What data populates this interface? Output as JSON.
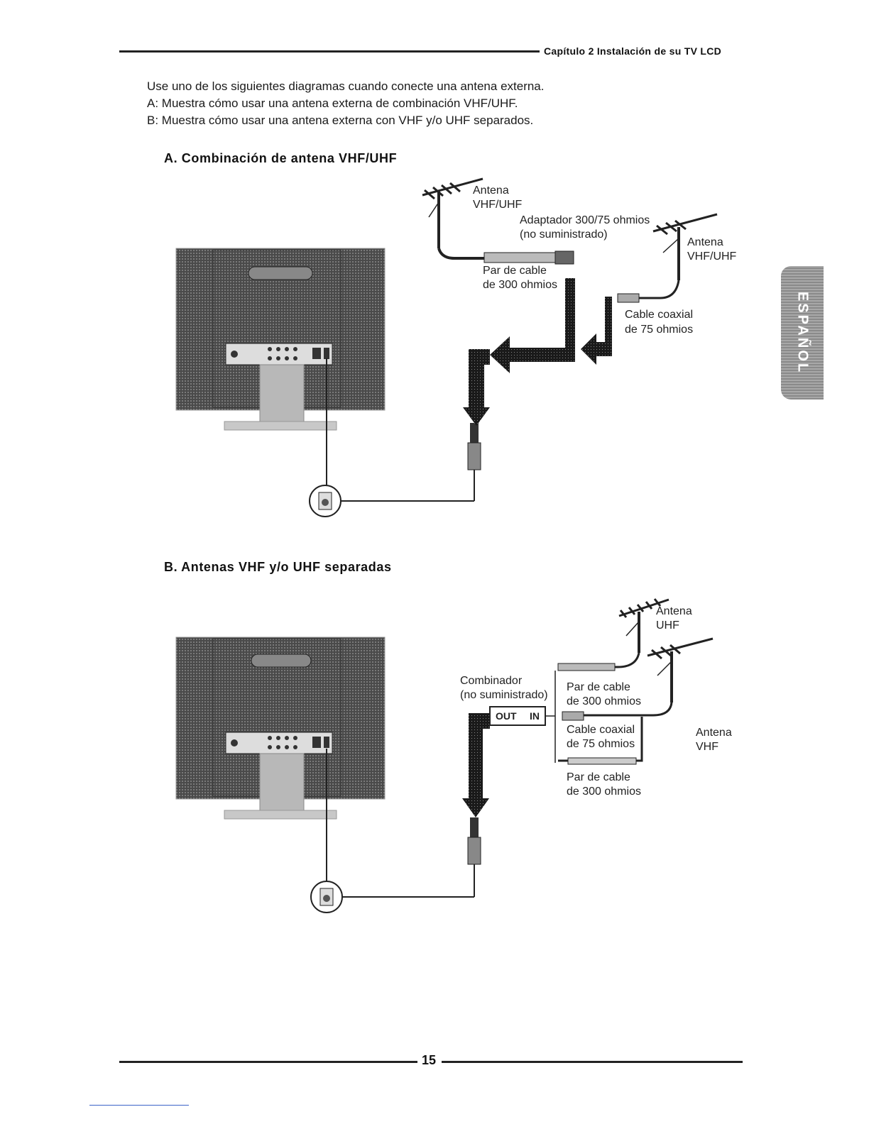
{
  "header": {
    "chapter": "Capítulo 2 Instalación de su TV LCD"
  },
  "intro": {
    "line1": "Use uno de los siguientes diagramas cuando conecte una antena externa.",
    "line2": "A: Muestra cómo usar una antena externa de combinación VHF/UHF.",
    "line3": "B: Muestra cómo usar una antena externa con VHF y/o UHF separados."
  },
  "side_tab": {
    "label": "ESPAÑOL"
  },
  "diagram_a": {
    "title": "A.  Combinación de antena VHF/UHF",
    "antenna1_l1": "Antena",
    "antenna1_l2": "VHF/UHF",
    "adapter_l1": "Adaptador 300/75 ohmios",
    "adapter_l2": "(no suministrado)",
    "antenna2_l1": "Antena",
    "antenna2_l2": "VHF/UHF",
    "pair_l1": "Par de cable",
    "pair_l2": "de 300 ohmios",
    "coax_l1": "Cable coaxial",
    "coax_l2": "de 75 ohmios"
  },
  "diagram_b": {
    "title": "B.  Antenas VHF y/o UHF separadas",
    "uhf_l1": "Antena",
    "uhf_l2": "UHF",
    "combiner_l1": "Combinador",
    "combiner_l2": "(no suministrado)",
    "combiner_out": "OUT",
    "combiner_in": "IN",
    "pair1_l1": "Par de cable",
    "pair1_l2": "de 300 ohmios",
    "coax_l1": "Cable coaxial",
    "coax_l2": "de 75 ohmios",
    "vhf_l1": "Antena",
    "vhf_l2": "VHF",
    "pair2_l1": "Par de cable",
    "pair2_l2": "de 300 ohmios"
  },
  "footer": {
    "page_number": "15"
  }
}
